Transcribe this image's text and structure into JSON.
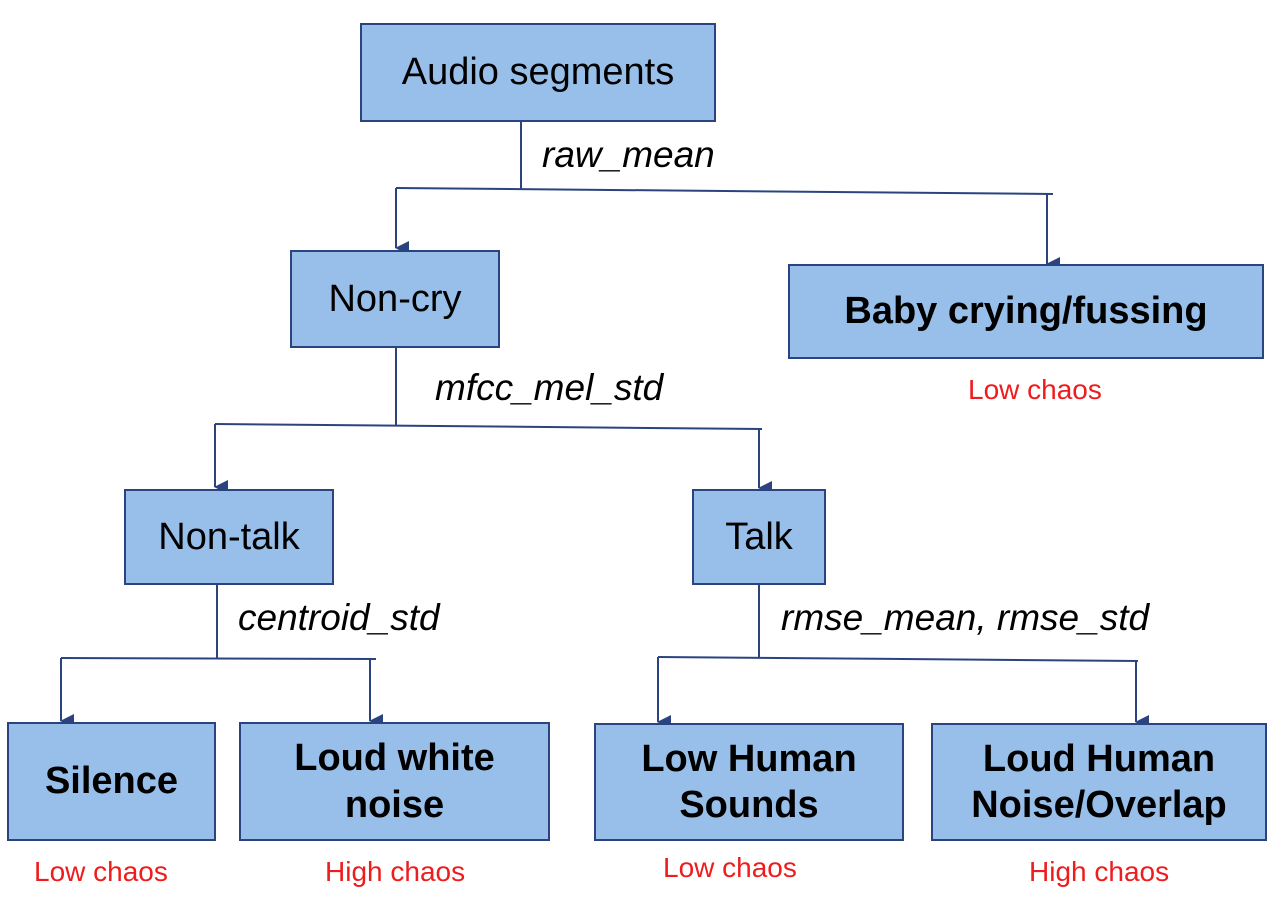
{
  "nodes": {
    "root": "Audio segments",
    "non_cry": "Non-cry",
    "baby_crying": "Baby crying/fussing",
    "non_talk": "Non-talk",
    "talk": "Talk",
    "silence": "Silence",
    "loud_white_noise": "Loud white noise",
    "low_human_sounds": "Low Human Sounds",
    "loud_human_noise": "Loud Human Noise/Overlap"
  },
  "edge_labels": {
    "root_split": "raw_mean",
    "non_cry_split": "mfcc_mel_std",
    "non_talk_split": "centroid_std",
    "talk_split": "rmse_mean, rmse_std"
  },
  "chaos_labels": {
    "baby_crying": "Low chaos",
    "silence": "Low chaos",
    "loud_white_noise": "High chaos",
    "low_human_sounds": "Low chaos",
    "loud_human_noise": "High chaos"
  },
  "colors": {
    "node_fill": "#98bfe9",
    "node_border": "#2b4480",
    "connector": "#2b4480",
    "chaos_text": "#ee1c1c"
  }
}
